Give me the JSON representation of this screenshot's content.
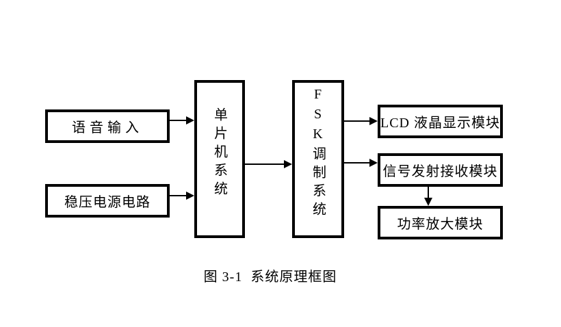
{
  "diagram": {
    "caption": "图 3-1  系统原理框图",
    "nodes": {
      "voice_input": {
        "label": "语音输入"
      },
      "power_supply": {
        "label": "稳压电源电路"
      },
      "mcu": {
        "label": "单片机系统"
      },
      "fsk": {
        "label": "FSK调制系统"
      },
      "lcd": {
        "label": "LCD 液晶显示模块"
      },
      "signal": {
        "label": "信号发射接收模块"
      },
      "power_amp": {
        "label": "功率放大模块"
      }
    },
    "connections": [
      {
        "from": "voice_input",
        "to": "mcu",
        "direction": "right"
      },
      {
        "from": "power_supply",
        "to": "mcu",
        "direction": "right"
      },
      {
        "from": "mcu",
        "to": "fsk",
        "direction": "right"
      },
      {
        "from": "fsk",
        "to": "lcd",
        "direction": "right"
      },
      {
        "from": "fsk",
        "to": "signal",
        "direction": "right"
      },
      {
        "from": "signal",
        "to": "power_amp",
        "direction": "down"
      }
    ],
    "colors": {
      "line": "#000000",
      "text": "#000000",
      "background": "#ffffff"
    }
  }
}
